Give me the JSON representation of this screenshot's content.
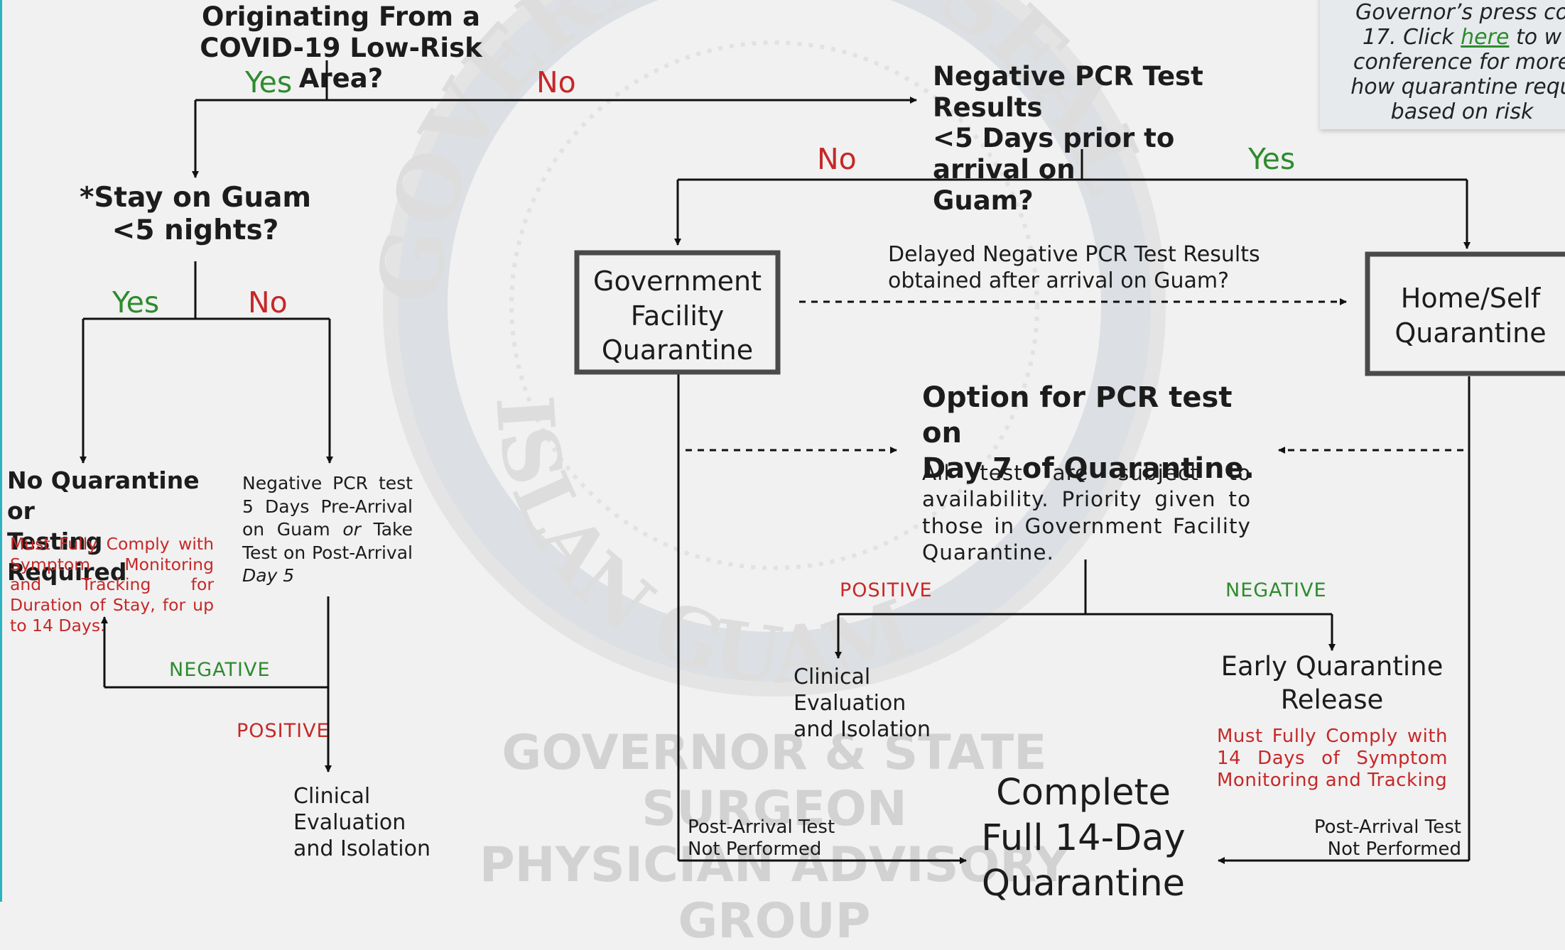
{
  "q_origin": [
    "Originating From a",
    "COVID-19 Low-Risk Area?"
  ],
  "q_pcr": [
    "Negative PCR Test Results",
    "<5 Days prior to arrival on",
    "Guam?"
  ],
  "q_stay": [
    "*Stay on Guam",
    "<5 nights?"
  ],
  "yes": "Yes",
  "no": "No",
  "govt_box": [
    "Government",
    "Facility",
    "Quarantine"
  ],
  "home_box": [
    "Home/Self",
    "Quarantine"
  ],
  "delayed": [
    "Delayed Negative PCR Test Results",
    "obtained after arrival on Guam?"
  ],
  "no_quarantine": {
    "title": [
      "No Quarantine or",
      "Testing Required"
    ],
    "note": "Must Fully Comply with Symptom Monitoring and Tracking for Duration of Stay, for up to 14 Days."
  },
  "neg_pcr_note": {
    "before_or": "Negative PCR test 5 Days Pre-Arrival on Guam ",
    "or": "or",
    "after_or": " Take Test on Post-Arrival ",
    "day5": "Day 5"
  },
  "negative": "NEGATIVE",
  "positive": "POSITIVE",
  "clinical": [
    "Clinical",
    "Evaluation",
    "and Isolation"
  ],
  "option": {
    "title": [
      "Option for PCR test on",
      "Day 7 of Quarantine."
    ],
    "text": "All test are subject to availability. Priority given to those in Government Facility Quarantine."
  },
  "early_release": {
    "title": [
      "Early Quarantine",
      "Release"
    ],
    "note": "Must Fully Comply with 14 Days of Symptom Monitoring and Tracking"
  },
  "complete": [
    "Complete",
    "Full 14-Day",
    "Quarantine"
  ],
  "post_arrival": [
    "Post-Arrival Test",
    "Not  Performed"
  ],
  "watermark": {
    "seal_arc": "GOVERNOR'S SEAL",
    "seal_bottom": "ISLAN GUAM",
    "text": [
      "GOVERNOR & STATE SURGEON",
      "PHYSICIAN ADVISORY GROUP"
    ]
  },
  "press_note": {
    "line1": "Governor’s press co",
    "line2_before": "17. Click ",
    "link": "here",
    "line2_after": " to w",
    "line3": "conference for more",
    "line4": "how quarantine requ",
    "line5": "based on risk"
  },
  "colors": {
    "yes": "#2e8b2e",
    "no": "#c62828",
    "accent": "#2bb3c0",
    "note_bg": "#e6eaed"
  }
}
